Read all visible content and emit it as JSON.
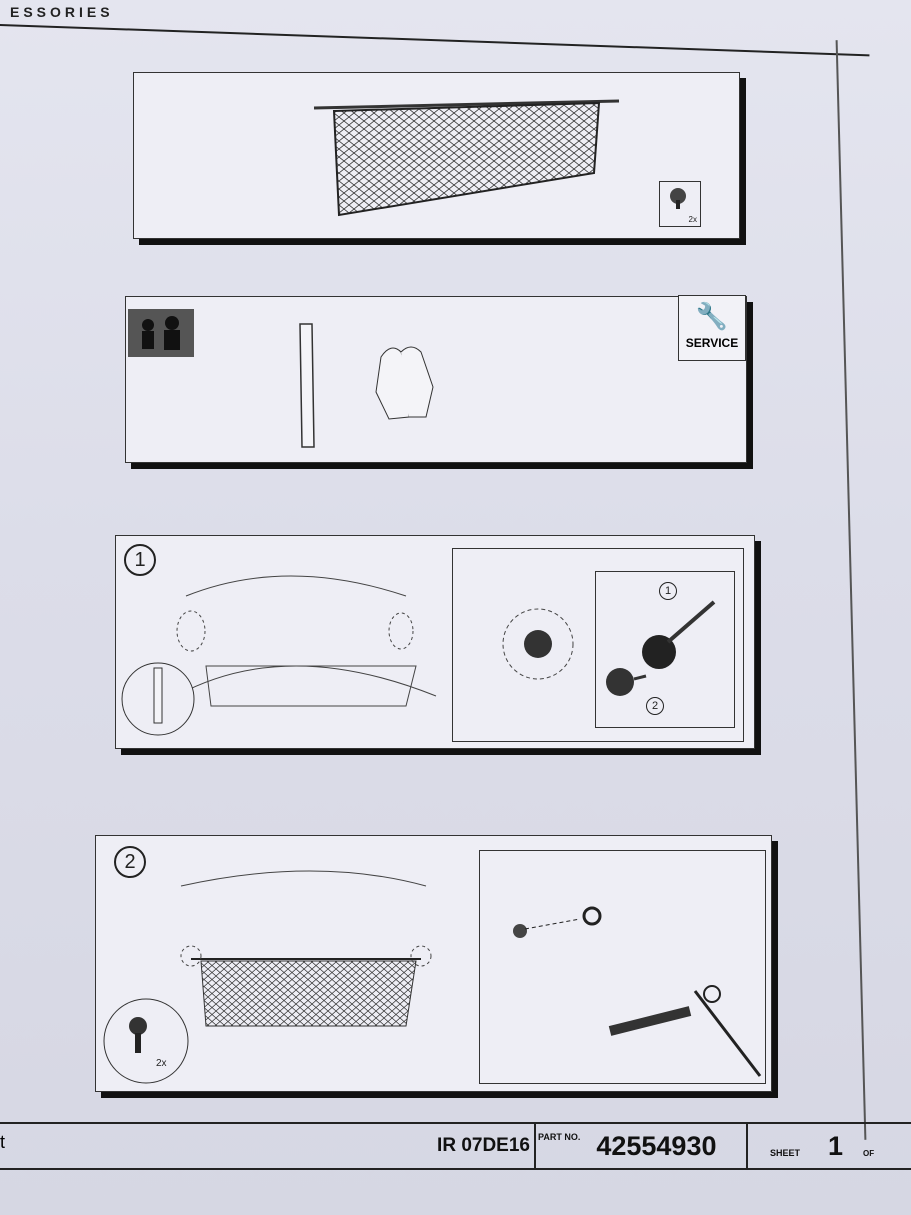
{
  "header": {
    "brand_fragment": "ESSORIES"
  },
  "panel_contents": {
    "clip_quantity": "2x"
  },
  "panel_tools": {
    "service_label": "SERVICE"
  },
  "step1": {
    "number": "1",
    "sub_step_a": "1",
    "sub_step_b": "2"
  },
  "step2": {
    "number": "2",
    "clip_quantity": "2x"
  },
  "footer": {
    "left_fragment": "t",
    "doc_code": "IR 07DE16",
    "part_label": "PART NO.",
    "part_number": "42554930",
    "sheet_label": "SHEET",
    "sheet_number": "1",
    "of_label": "OF"
  }
}
